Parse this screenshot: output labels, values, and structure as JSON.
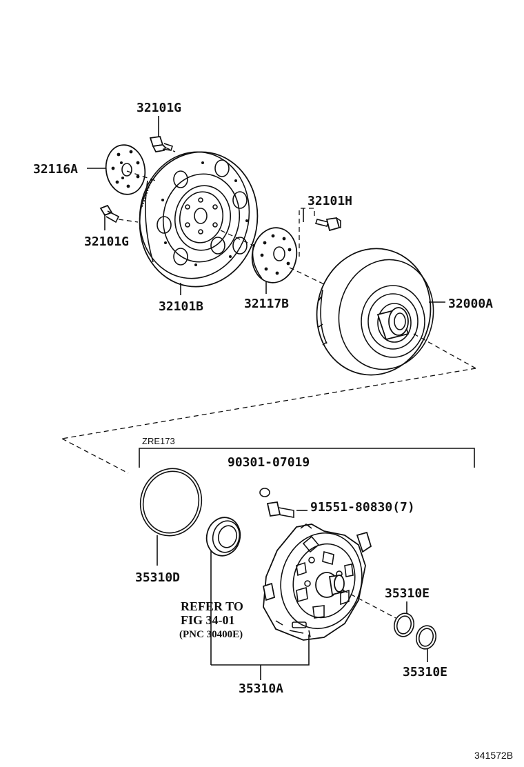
{
  "labels": {
    "p32101G_top": "32101G",
    "p32116A": "32116A",
    "p32101G_left": "32101G",
    "p32101B": "32101B",
    "p32101H": "32101H",
    "p32117B": "32117B",
    "p32000A": "32000A",
    "zre": "ZRE173",
    "p90301": "90301-07019",
    "p91551": "91551-80830(7)",
    "p35310D": "35310D",
    "refer1": "REFER TO",
    "refer2": "FIG 34-01",
    "refer3": "(PNC 30400E)",
    "p35310E_top": "35310E",
    "p35310E_bot": "35310E",
    "p35310A": "35310A",
    "figure_id": "341572B"
  }
}
